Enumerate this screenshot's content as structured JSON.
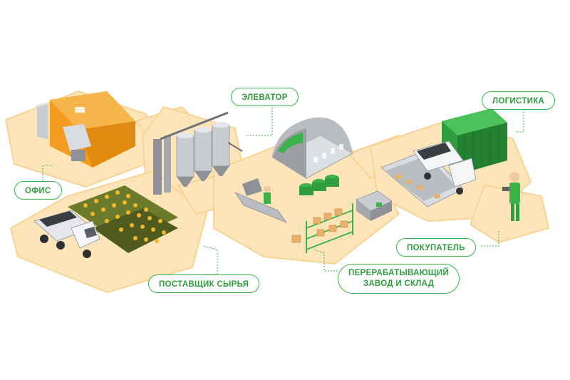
{
  "labels": {
    "office": "ОФИС",
    "elevator": "ЭЛЕВАТОР",
    "logistics": "ЛОГИСТИКА",
    "buyer": "ПОКУПАТЕЛЬ",
    "supplier": "ПОСТАВЩИК СЫРЬЯ",
    "plant_line1": "ПЕРЕРАБАТЫВАЮЩИЙ",
    "plant_line2": "ЗАВОД И СКЛАД"
  },
  "colors": {
    "path": "#fde5b9",
    "path_edge": "#f8d396",
    "accent": "#3ab449",
    "orange": "#f39c1f",
    "gray": "#b9bdc2",
    "dark": "#5d6166"
  }
}
